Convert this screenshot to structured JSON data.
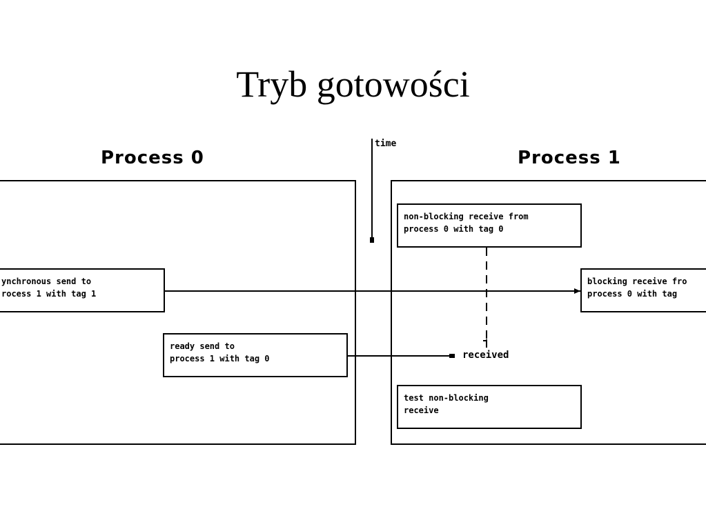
{
  "title": "Tryb gotowości",
  "timeline": {
    "label": "time"
  },
  "process0": {
    "heading": "Process 0",
    "synchronous_send": "ynchronous send to\nrocess 1 with tag 1",
    "ready_send": "ready send to\nprocess 1 with tag 0"
  },
  "process1": {
    "heading": "Process 1",
    "nonblocking_receive": "non-blocking receive from\nprocess 0 with tag 0",
    "blocking_receive": "blocking receive fro\nprocess 0 with tag",
    "test_receive": "test non-blocking\nreceive",
    "received": "received"
  }
}
